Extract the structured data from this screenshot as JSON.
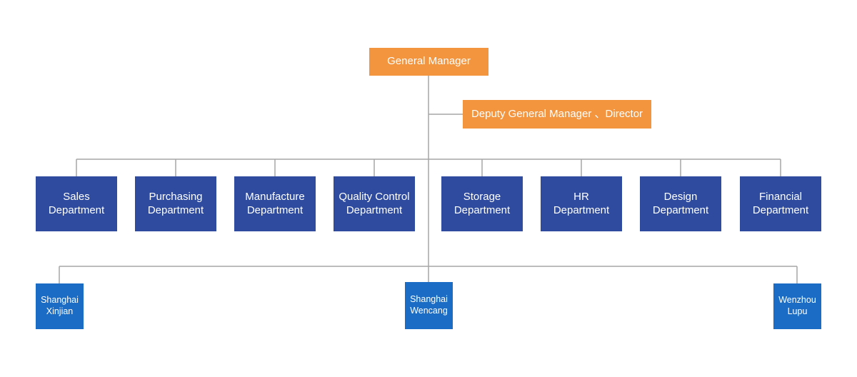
{
  "general_manager": "General Manager",
  "deputy": "Deputy General Manager 、Director",
  "departments": [
    {
      "line1": "Sales",
      "line2": "Department"
    },
    {
      "line1": "Purchasing",
      "line2": "Department"
    },
    {
      "line1": "Manufacture",
      "line2": "Department"
    },
    {
      "line1": "Quality Control",
      "line2": "Department"
    },
    {
      "line1": "Storage",
      "line2": "Department"
    },
    {
      "line1": "HR",
      "line2": "Department"
    },
    {
      "line1": "Design",
      "line2": "Department"
    },
    {
      "line1": "Financial",
      "line2": "Department"
    }
  ],
  "sites": [
    {
      "line1": "Shanghai",
      "line2": "Xinjian"
    },
    {
      "line1": "Shanghai",
      "line2": "Wencang"
    },
    {
      "line1": "Wenzhou",
      "line2": "Lupu"
    }
  ],
  "colors": {
    "executive": "#f3953f",
    "department": "#2e4b9f",
    "site": "#1a6cc4",
    "connector": "#a6a6a6"
  }
}
